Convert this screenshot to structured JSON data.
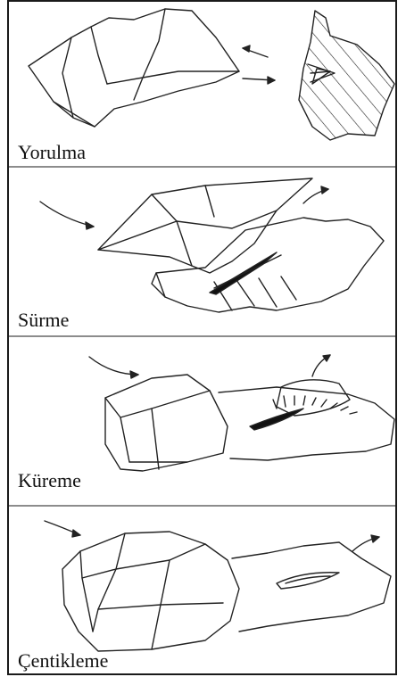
{
  "panels": [
    {
      "id": "yorulma",
      "caption": "Yorulma"
    },
    {
      "id": "surme",
      "caption": "Sürme"
    },
    {
      "id": "kureme",
      "caption": "Küreme"
    },
    {
      "id": "centikleme",
      "caption": "Çentikleme"
    }
  ],
  "colors": {
    "border": "#1a1a1a",
    "divider": "#8c8c8c",
    "ink": "#222222"
  }
}
